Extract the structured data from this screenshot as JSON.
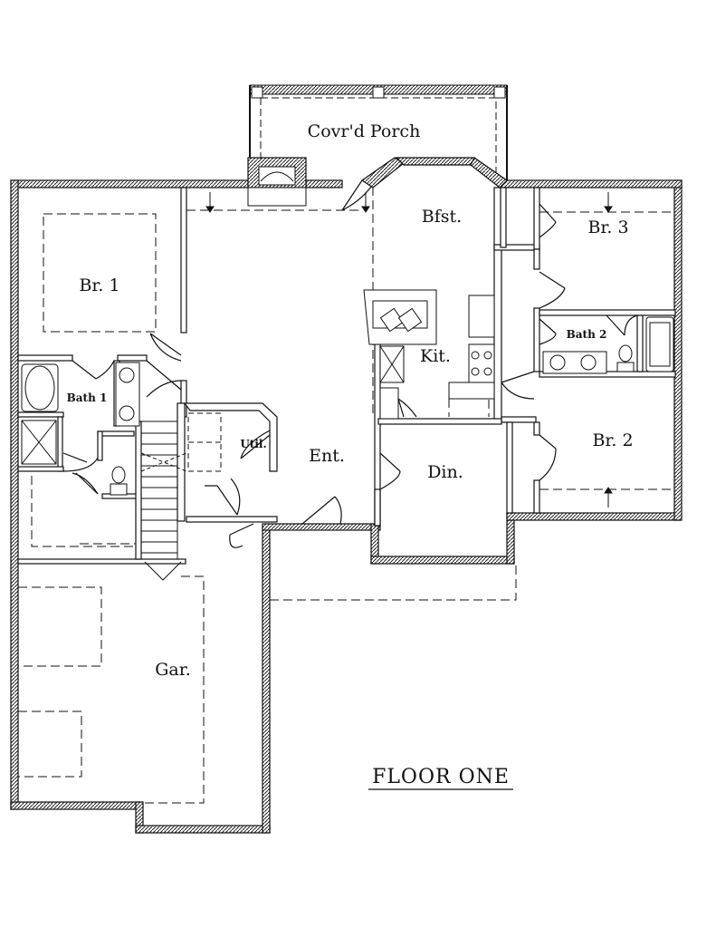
{
  "plan": {
    "title": "FLOOR ONE",
    "rooms": {
      "porch": "Covr'd Porch",
      "bfst": "Bfst.",
      "br3": "Br. 3",
      "br1": "Br. 1",
      "bath2": "Bath 2",
      "kit": "Kit.",
      "bath1": "Bath 1",
      "util": "Util.",
      "ent": "Ent.",
      "br2": "Br. 2",
      "din": "Din.",
      "gar": "Gar."
    }
  }
}
